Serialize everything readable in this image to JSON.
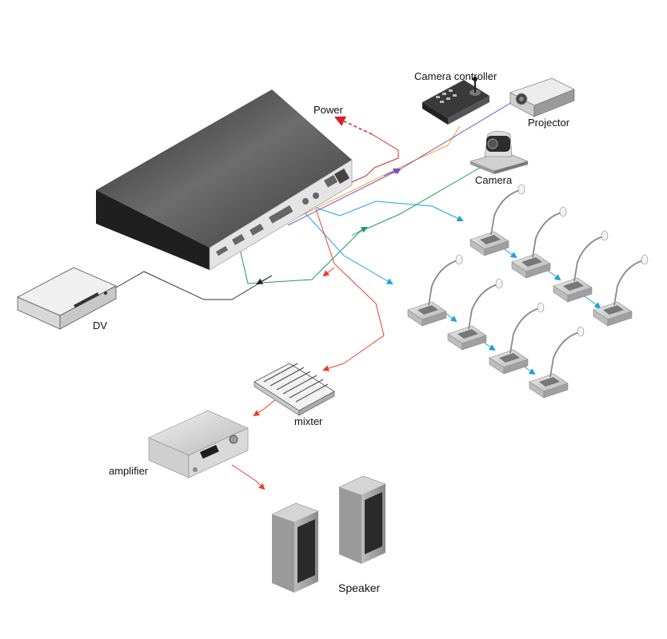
{
  "labels": {
    "camera_controller": "Camera controller",
    "power": "Power",
    "projector": "Projector",
    "camera": "Camera",
    "dv": "DV",
    "mixter": "mixter",
    "amplifier": "amplifier",
    "speaker": "Speaker"
  },
  "colors": {
    "power_line": "#d8202a",
    "camera_controller_line": "#f0a030",
    "projector_line": "#7a4fc0",
    "camera_line": "#1a9a5a",
    "audio_line": "#e8402a",
    "conference_line": "#1aa0e0",
    "dv_line": "#333333"
  }
}
